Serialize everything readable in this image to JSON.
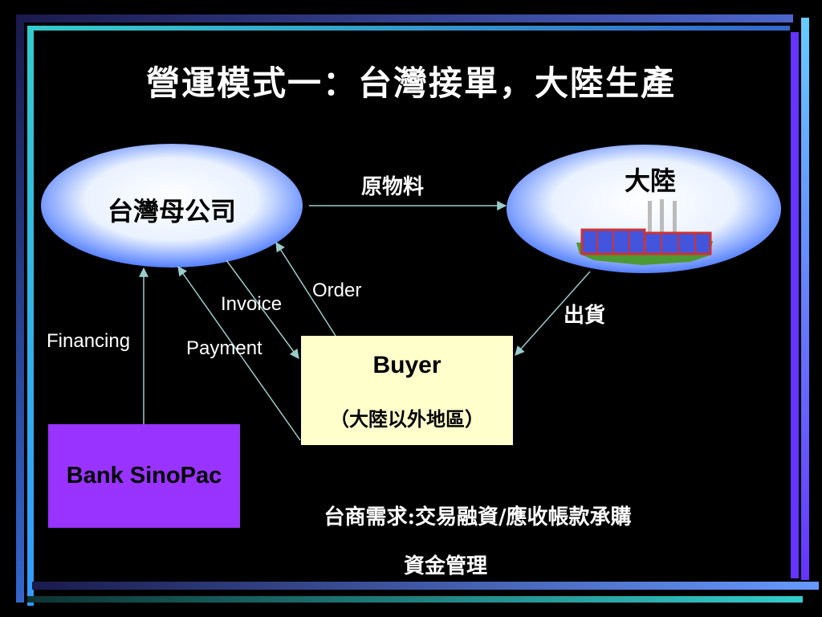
{
  "title": "營運模式一：台灣接單，大陸生產",
  "nodes": {
    "taiwan": "台灣母公司",
    "mainland": "大陸",
    "buyer_name": "Buyer",
    "buyer_region": "（大陸以外地區）",
    "bank": "Bank SinoPac"
  },
  "flows": {
    "raw_materials": "原物料",
    "order": "Order",
    "invoice": "Invoice",
    "payment": "Payment",
    "financing": "Financing",
    "shipment": "出貨"
  },
  "footer": {
    "line1": "台商需求:交易融資/應收帳款承購",
    "line2": "資金管理"
  },
  "colors": {
    "ellipse_center": "#ffffff",
    "ellipse_edge": "#3366ff",
    "buyer_fill": "#ffffcc",
    "bank_fill": "#9933ff",
    "arrow": "#99cccc"
  }
}
